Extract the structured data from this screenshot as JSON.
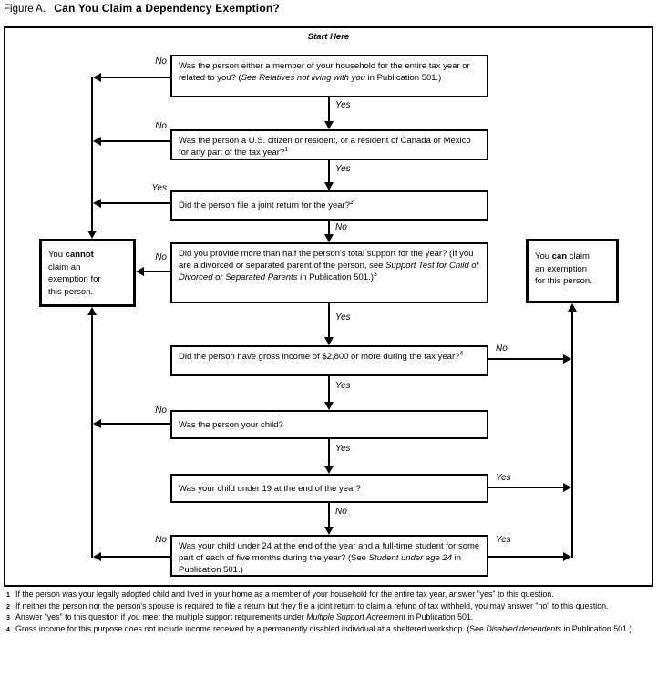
{
  "title": {
    "figure_label": "Figure A.",
    "heading": "Can You Claim a Dependency Exemption?"
  },
  "start_label": "Start Here",
  "labels": {
    "yes": "Yes",
    "no": "No"
  },
  "questions": {
    "q1": {
      "t1": "Was the person either a member of your household for the entire tax year or related to you? (",
      "t2": "See Relatives not living with you",
      "t3": " in Publication 501.)"
    },
    "q2": {
      "t1": "Was the person a U.S. citizen or resident, or a resident of Canada or Mexico for any part of the tax year?",
      "sup": "1"
    },
    "q3": {
      "t1": "Did the person file a joint return for the year?",
      "sup": "2"
    },
    "q4": {
      "t1": "Did you provide more than half the person's total support for the year? (If you are a divorced or separated parent of the person, see ",
      "t2": "Support Test for Child of Divorced or Separated Parents",
      "t3": " in Publication 501.)",
      "sup": "3"
    },
    "q5": {
      "t1": "Did the person have gross income of $2,800 or more during the tax year?",
      "sup": "4"
    },
    "q6": {
      "t1": "Was the person your child?"
    },
    "q7": {
      "t1": "Was your child under 19 at the end of the year?"
    },
    "q8": {
      "t1": "Was your child under 24 at the end of the year and a full-time student for some part of each of five months during the year? (See ",
      "t2": "Student under age 24",
      "t3": " in Publication 501.)"
    }
  },
  "results": {
    "cannot": {
      "line1_pre": "You ",
      "bold": "cannot",
      "line2": "claim an",
      "line3": "exemption for",
      "line4": "this person."
    },
    "can": {
      "line1_pre": "You ",
      "bold": "can",
      "line1_post": " claim",
      "line2": "an exemption",
      "line3": "for this person."
    }
  },
  "footnotes": [
    {
      "marker": "1",
      "t1": "If the person was your legally adopted child and lived in your home as a member of your household for the entire tax year, answer \"yes\" to this question.",
      "t2": "",
      "t3": ""
    },
    {
      "marker": "2",
      "t1": "If neither the person nor the person's spouse is required to file a return but they file a joint return to claim a refund of tax withheld, you may answer \"no\" to this question.",
      "t2": "",
      "t3": ""
    },
    {
      "marker": "3",
      "t1": "Answer \"yes\" to this question if you meet the multiple support requirements under ",
      "t2": "Multiple Support Agreement",
      "t3": " in Publication 501."
    },
    {
      "marker": "4",
      "t1": "Gross income for this purpose does not include income received by a permanently disabled individual at a sheltered workshop. (See ",
      "t2": "Disabled dependents",
      "t3": " in Publication 501.)"
    }
  ],
  "colors": {
    "ink": "#000000",
    "background": "#ffffff"
  }
}
